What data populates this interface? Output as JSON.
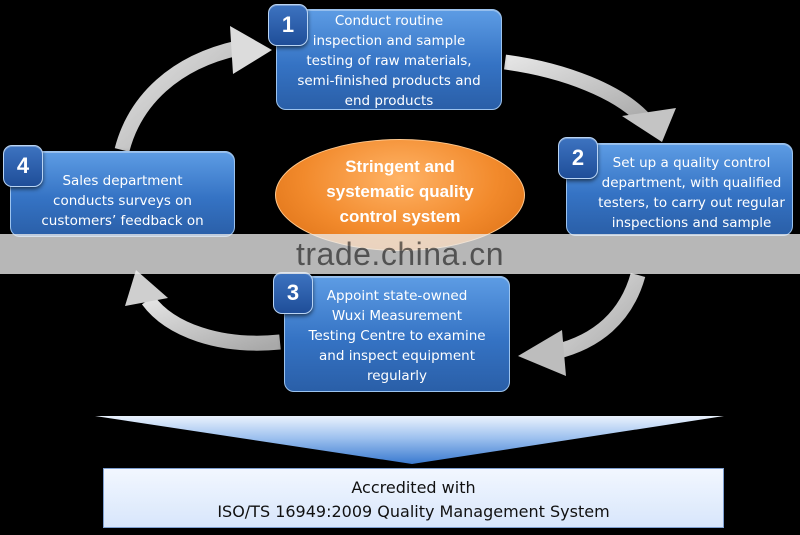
{
  "steps": [
    {
      "number": "1",
      "text": "Conduct routine inspection and sample testing of raw materials, semi-finished products and end products",
      "lines": [
        "Conduct routine",
        "inspection and sample",
        "testing of raw materials,",
        "semi-finished products and",
        "end products"
      ]
    },
    {
      "number": "2",
      "text": "Set up a quality control department, with qualified testers, to carry out regular inspections and sample",
      "lines": [
        "Set up a quality control",
        "department, with qualified",
        "testers, to carry out regular",
        "inspections and sample"
      ]
    },
    {
      "number": "3",
      "text": "Appoint state-owned Wuxi Measurement Testing Centre to examine and inspect equipment regularly",
      "lines": [
        "Appoint state-owned",
        "Wuxi Measurement",
        "Testing Centre to examine",
        "and inspect equipment",
        "regularly"
      ]
    },
    {
      "number": "4",
      "text": "Sales department conducts surveys on customers' feedback on",
      "lines": [
        "Sales department",
        "conducts surveys on",
        "customers’ feedback on"
      ]
    }
  ],
  "center": {
    "lines": [
      "Stringent and",
      "systematic quality",
      "control system"
    ]
  },
  "accreditation": {
    "lines": [
      "Accredited with",
      "ISO/TS 16949:2009 Quality Management System"
    ]
  },
  "watermark": "trade.china.cn",
  "colors": {
    "background": "#000000",
    "step_box": "#3f7fd0",
    "center_ellipse": "#f28a2c",
    "arrow": "#d2d2d2",
    "funnel_top": "#e8f0fc",
    "funnel_bottom": "#3a7ad0"
  }
}
